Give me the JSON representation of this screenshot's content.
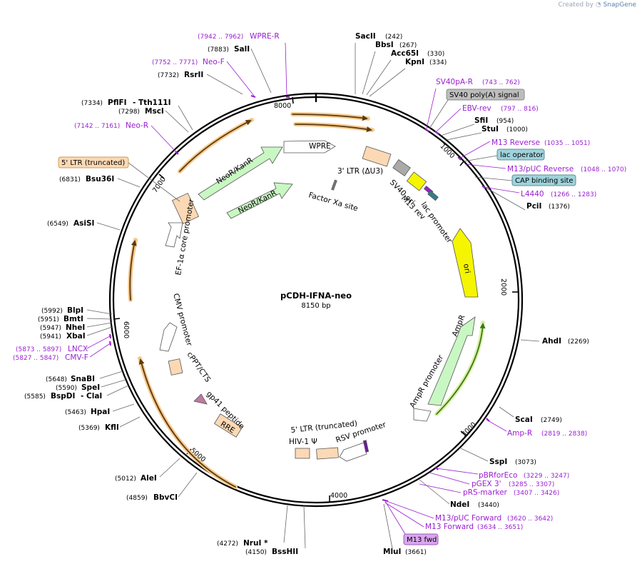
{
  "credit": {
    "created_by": "Created by",
    "brand": "SnapGene"
  },
  "plasmid": {
    "name": "pCDH-IFNA-neo",
    "length_label": "8150 bp",
    "length": 8150
  },
  "ticks": [
    "1000",
    "2000",
    "3000",
    "4000",
    "5000",
    "6000",
    "7000",
    "8000"
  ],
  "enzymes": [
    {
      "name": "SacII",
      "pos": "(242)"
    },
    {
      "name": "BbsI",
      "pos": "(267)"
    },
    {
      "name": "Acc65I",
      "pos": "(330)"
    },
    {
      "name": "KpnI",
      "pos": "(334)"
    },
    {
      "name": "SfiI",
      "pos": "(954)"
    },
    {
      "name": "StuI",
      "pos": "(1000)"
    },
    {
      "name": "PciI",
      "pos": "(1376)"
    },
    {
      "name": "AhdI",
      "pos": "(2269)"
    },
    {
      "name": "ScaI",
      "pos": "(2749)"
    },
    {
      "name": "SspI",
      "pos": "(3073)"
    },
    {
      "name": "NdeI",
      "pos": "(3440)"
    },
    {
      "name": "MluI",
      "pos": "(3661)"
    },
    {
      "name": "BssHII",
      "pos": "(4150)"
    },
    {
      "name": "NruI *",
      "pos": "(4272)"
    },
    {
      "name": "BbvCI",
      "pos": "(4859)"
    },
    {
      "name": "AleI",
      "pos": "(5012)"
    },
    {
      "name": "KflI",
      "pos": "(5369)"
    },
    {
      "name": "HpaI",
      "pos": "(5463)"
    },
    {
      "name": "BspDI",
      "pos": "(5585)"
    },
    {
      "name": "- ClaI",
      "pos": ""
    },
    {
      "name": "SpeI",
      "pos": "(5590)"
    },
    {
      "name": "SnaBI",
      "pos": "(5648)"
    },
    {
      "name": "XbaI",
      "pos": "(5941)"
    },
    {
      "name": "NheI",
      "pos": "(5947)"
    },
    {
      "name": "BmtI",
      "pos": "(5951)"
    },
    {
      "name": "BlpI",
      "pos": "(5992)"
    },
    {
      "name": "AsiSI",
      "pos": "(6549)"
    },
    {
      "name": "Bsu36I",
      "pos": "(6831)"
    },
    {
      "name": "MscI",
      "pos": "(7298)"
    },
    {
      "name": "PflFI",
      "pos": "(7334)"
    },
    {
      "name": "- Tth111I",
      "pos": ""
    },
    {
      "name": "RsrII",
      "pos": "(7732)"
    },
    {
      "name": "SalI",
      "pos": "(7883)"
    }
  ],
  "primers": [
    {
      "name": "WPRE-R",
      "pos": "(7942 .. 7962)"
    },
    {
      "name": "Neo-F",
      "pos": "(7752 .. 7771)"
    },
    {
      "name": "Neo-R",
      "pos": "(7142 .. 7161)"
    },
    {
      "name": "SV40pA-R",
      "pos": "(743 .. 762)"
    },
    {
      "name": "EBV-rev",
      "pos": "(797 .. 816)"
    },
    {
      "name": "M13 Reverse",
      "pos": "(1035 .. 1051)"
    },
    {
      "name": "M13/pUC Reverse",
      "pos": "(1048 .. 1070)"
    },
    {
      "name": "L4440",
      "pos": "(1266 .. 1283)"
    },
    {
      "name": "Amp-R",
      "pos": "(2819 .. 2838)"
    },
    {
      "name": "pBRforEco",
      "pos": "(3229 .. 3247)"
    },
    {
      "name": "pGEX 3'",
      "pos": "(3285 .. 3307)"
    },
    {
      "name": "pRS-marker",
      "pos": "(3407 .. 3426)"
    },
    {
      "name": "M13/pUC Forward",
      "pos": "(3620 .. 3642)"
    },
    {
      "name": "M13 Forward",
      "pos": "(3634 .. 3651)"
    },
    {
      "name": "LNCX",
      "pos": "(5873 .. 5897)"
    },
    {
      "name": "CMV-F",
      "pos": "(5827 .. 5847)"
    }
  ],
  "boxed_labels": [
    {
      "name": "SV40 poly(A) signal"
    },
    {
      "name": "lac operator"
    },
    {
      "name": "CAP binding site"
    },
    {
      "name": "5' LTR (truncated)"
    },
    {
      "name": "M13 fwd"
    }
  ],
  "features": {
    "wpre": "WPRE",
    "ltr3": "3' LTR (ΔU3)",
    "sv40ori": "SV40 ori",
    "m13rev": "M13 rev",
    "lacpromoter": "lac promoter",
    "ori": "ori",
    "ampr": "AmpR",
    "ampr_promoter": "AmpR promoter",
    "rsv_promoter": "RSV promoter",
    "ltr5": "5' LTR (truncated)",
    "hiv1psi": "HIV-1 Ψ",
    "rre": "RRE",
    "gp41": "gp41 peptide",
    "cppt": "cPPT/CTS",
    "cmv": "CMV promoter",
    "ef1a": "EF-1α core promoter",
    "neokan_outer": "NeoR/KanR",
    "neokan_inner": "NeoR/KanR",
    "factorxa": "Factor Xa site"
  },
  "colors": {
    "primer": "#9a1fd0",
    "orf_orange": "#f3a23b",
    "neo_green": "#c9f7c3",
    "ori_yellow": "#f5f500",
    "ltr_peach": "#fcd9b4",
    "box_grey": "#bdbdbd",
    "box_teal": "#9fd3dc",
    "box_violet": "#d9a6ee"
  }
}
